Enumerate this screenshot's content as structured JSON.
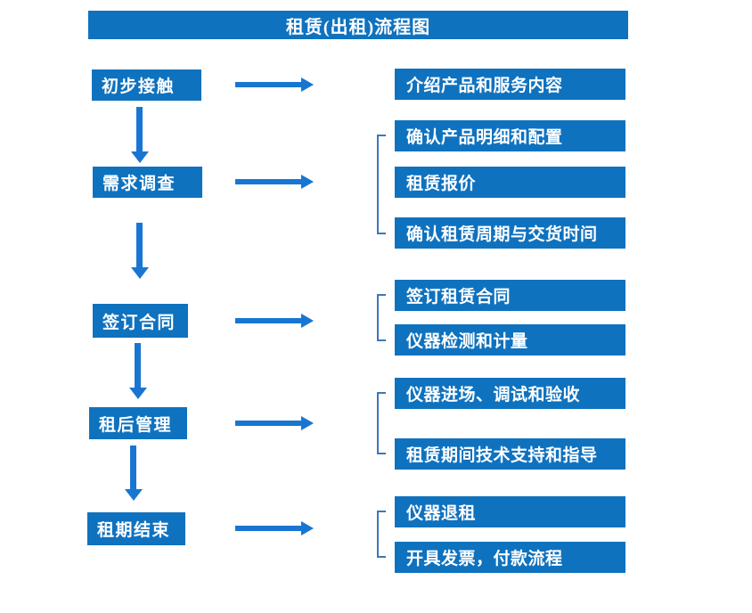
{
  "title": "租赁(出租)流程图",
  "colors": {
    "box_blue": "#0f72bf",
    "arrow_blue": "#1876d2",
    "bracket_blue": "#3b78b8",
    "text_white": "#ffffff",
    "background": "#ffffff"
  },
  "icons": {
    "arrow_right": "css-triangle-right-arrow",
    "arrow_down": "css-triangle-down-arrow",
    "bracket": "css-left-square-bracket"
  },
  "flow": {
    "stages": [
      {
        "label": "初步接触",
        "details": [
          "介绍产品和服务内容"
        ]
      },
      {
        "label": "需求调查",
        "details": [
          "确认产品明细和配置",
          "租赁报价",
          "确认租赁周期与交货时间"
        ]
      },
      {
        "label": "签订合同",
        "details": [
          "签订租赁合同",
          "仪器检测和计量"
        ]
      },
      {
        "label": "租后管理",
        "details": [
          "仪器进场、调试和验收",
          "租赁期间技术支持和指导"
        ]
      },
      {
        "label": "租期结束",
        "details": [
          "仪器退租",
          "开具发票，付款流程"
        ]
      }
    ]
  }
}
